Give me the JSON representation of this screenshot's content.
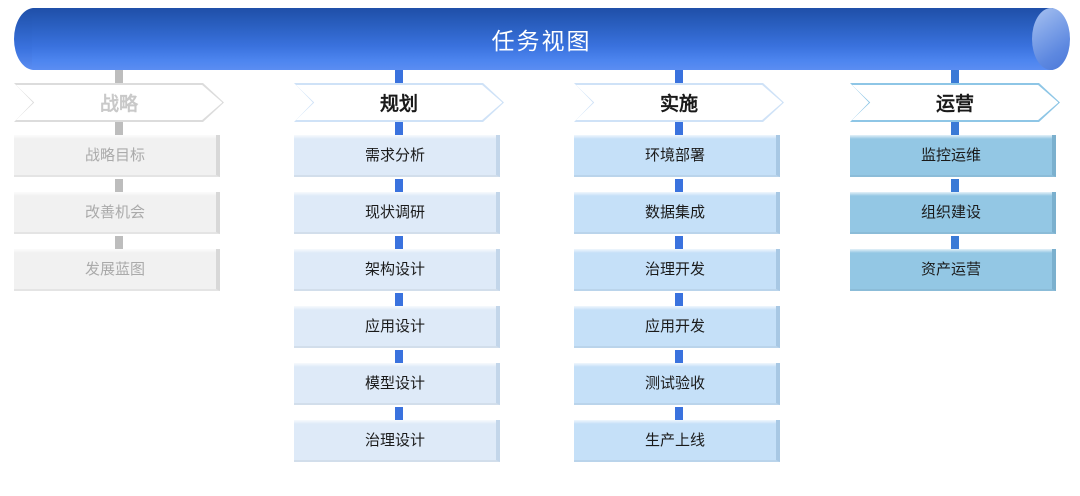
{
  "banner": {
    "title": "任务视图"
  },
  "colors": {
    "banner_dark": "#1f4fa8",
    "banner_light": "#5b8df2",
    "connector_blue": "#3a72de",
    "connector_gray": "#bdbdbd",
    "stage_inactive_text": "#c9c9c9",
    "box_gray": "#f1f1f1",
    "box_light_blue": "#deeaf8",
    "box_mid_blue": "#c5e0f8",
    "box_deep_blue": "#93c7e4"
  },
  "columns": [
    {
      "id": "strategy",
      "state": "inactive",
      "header": {
        "label": "战略"
      },
      "items": [
        {
          "label": "战略目标"
        },
        {
          "label": "改善机会"
        },
        {
          "label": "发展蓝图"
        }
      ]
    },
    {
      "id": "planning",
      "state": "active",
      "header": {
        "label": "规划"
      },
      "items": [
        {
          "label": "需求分析"
        },
        {
          "label": "现状调研"
        },
        {
          "label": "架构设计"
        },
        {
          "label": "应用设计"
        },
        {
          "label": "模型设计"
        },
        {
          "label": "治理设计"
        }
      ]
    },
    {
      "id": "implementation",
      "state": "active",
      "header": {
        "label": "实施"
      },
      "items": [
        {
          "label": "环境部署"
        },
        {
          "label": "数据集成"
        },
        {
          "label": "治理开发"
        },
        {
          "label": "应用开发"
        },
        {
          "label": "测试验收"
        },
        {
          "label": "生产上线"
        }
      ]
    },
    {
      "id": "operations",
      "state": "active",
      "header": {
        "label": "运营"
      },
      "items": [
        {
          "label": "监控运维"
        },
        {
          "label": "组织建设"
        },
        {
          "label": "资产运营"
        }
      ]
    }
  ]
}
